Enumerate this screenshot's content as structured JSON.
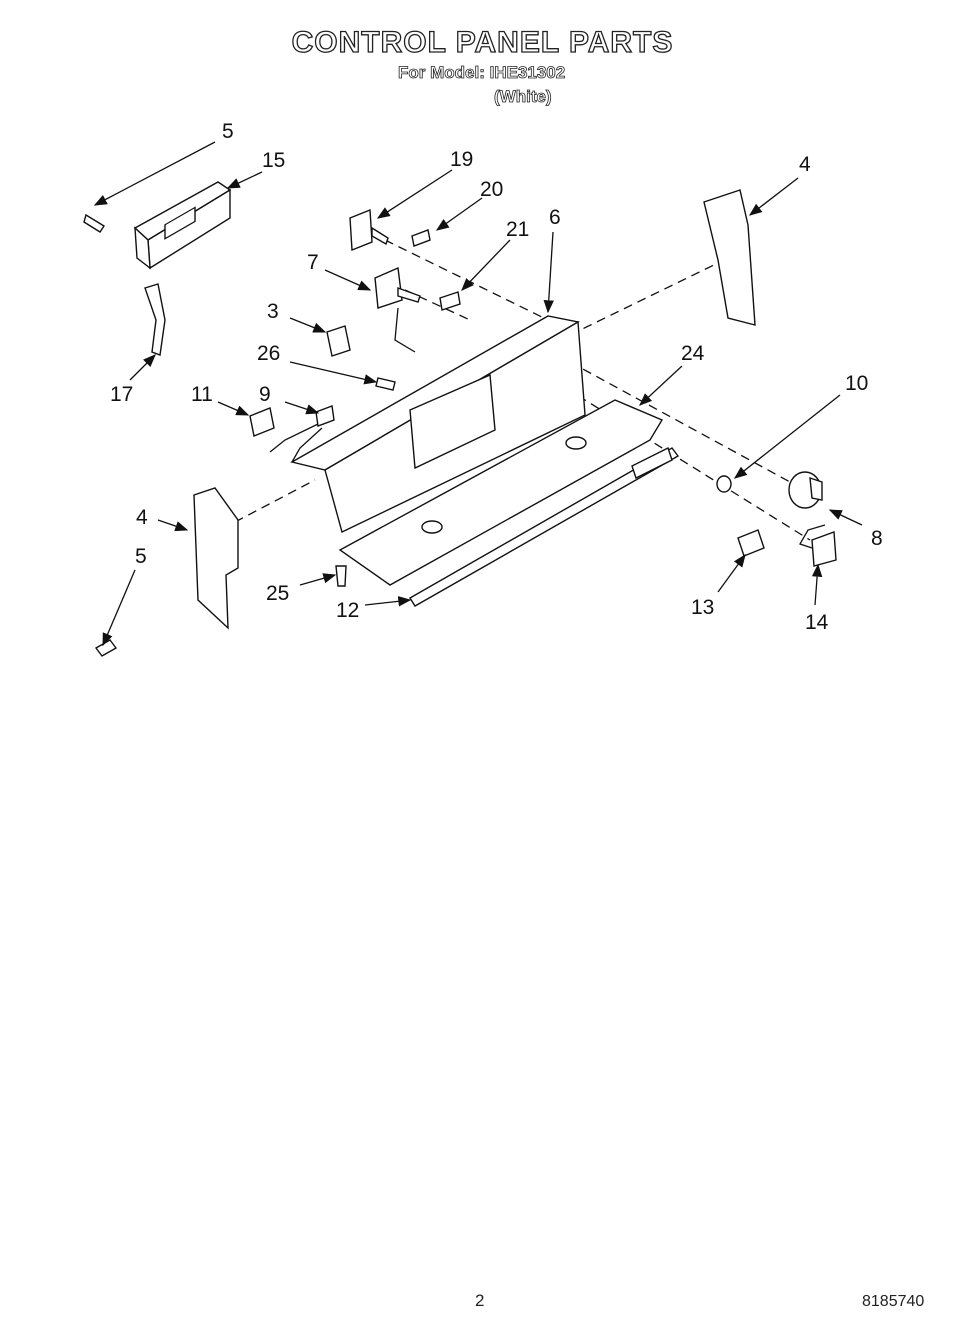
{
  "header": {
    "title": "CONTROL PANEL PARTS",
    "model_line": "For Model: IHE31302",
    "color_line": "(White)"
  },
  "callouts": [
    "5",
    "15",
    "19",
    "20",
    "21",
    "6",
    "7",
    "4",
    "3",
    "26",
    "24",
    "10",
    "17",
    "11",
    "9",
    "4",
    "8",
    "5",
    "25",
    "12",
    "13",
    "14"
  ],
  "footer": {
    "page_number": "2",
    "document_number": "8185740"
  }
}
